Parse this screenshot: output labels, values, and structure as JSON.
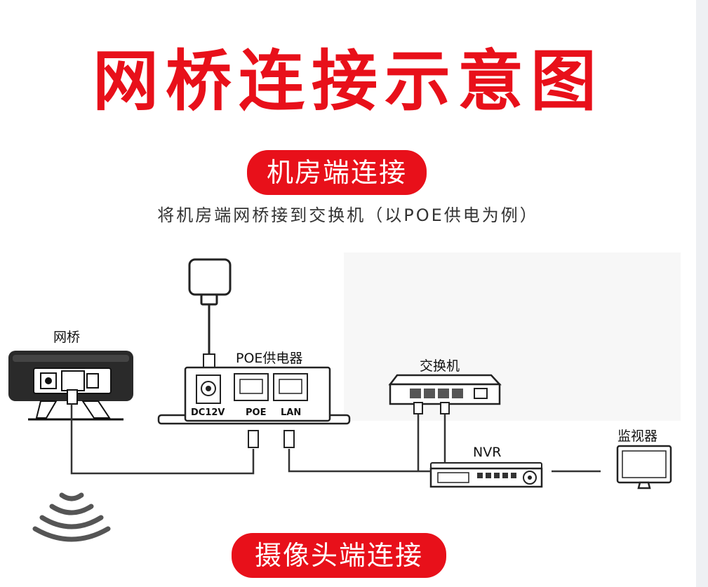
{
  "title": "网桥连接示意图",
  "section_top": "机房端连接",
  "caption": "将机房端网桥接到交换机（以POE供电为例）",
  "section_bottom": "摄像头端连接",
  "devices": {
    "bridge": "网桥",
    "poe": "POE供电器",
    "switch": "交换机",
    "nvr": "NVR",
    "monitor": "监视器"
  },
  "ports": {
    "dc": "DC12V",
    "poe": "POE",
    "lan": "LAN"
  },
  "colors": {
    "accent": "#e8101a",
    "line": "#333333"
  }
}
